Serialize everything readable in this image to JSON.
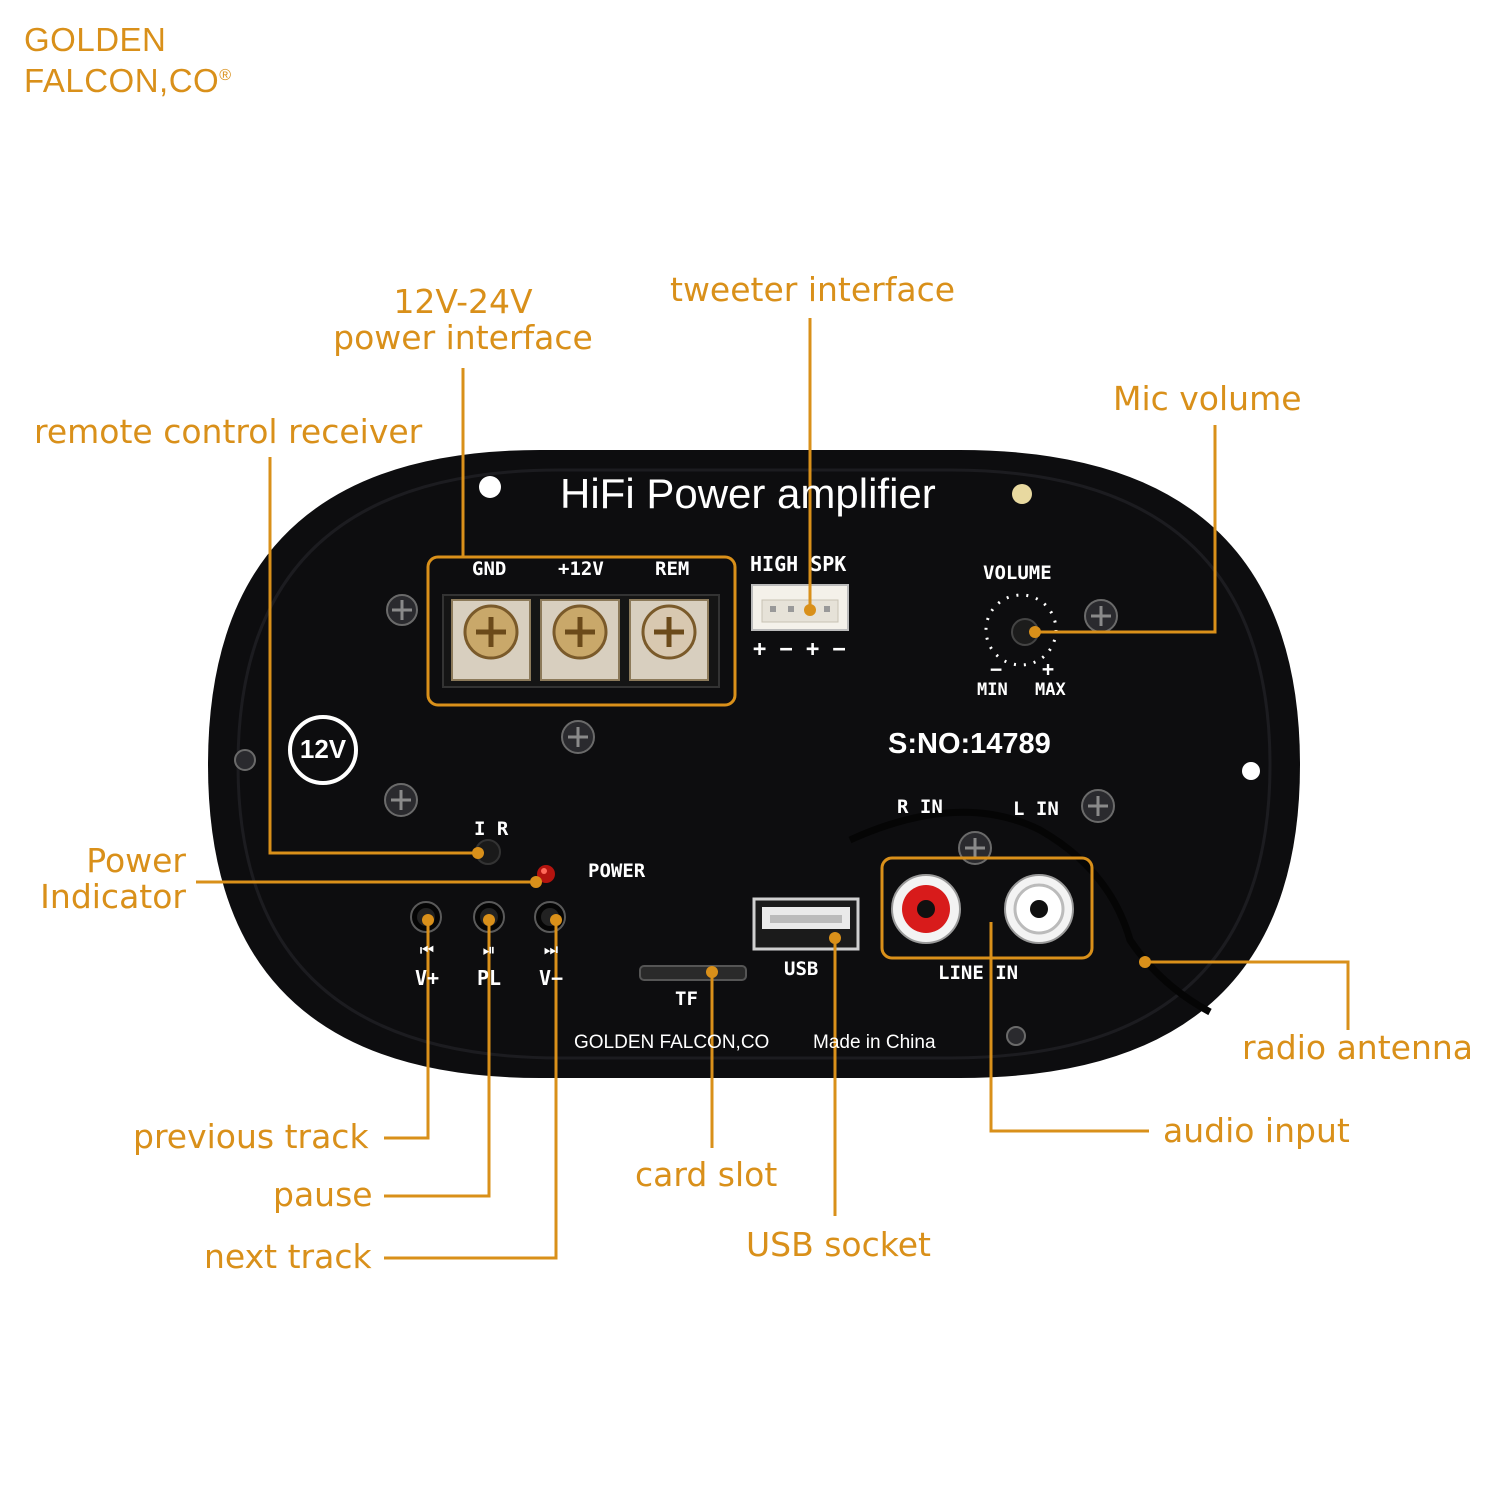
{
  "brand": {
    "line1": "GOLDEN",
    "line2": "FALCON,CO",
    "reg": "®"
  },
  "accent_color": "#d9901a",
  "panel": {
    "title": "HiFi Power amplifier",
    "terminals": [
      "GND",
      "+12V",
      "REM"
    ],
    "high_spk": "HIGH SPK",
    "spk_polarity": "+ − + −",
    "volume": "VOLUME",
    "vol_minus": "−",
    "vol_plus": "+",
    "min": "MIN",
    "max": "MAX",
    "badge_12v": "12V",
    "serial": "S:NO:14789",
    "r_in": "R IN",
    "l_in": "L IN",
    "ir": "I R",
    "power": "POWER",
    "btn_prev_icon": "⏮",
    "btn_prev_label": "V+",
    "btn_play_icon": "⏯",
    "btn_play_label": "PL",
    "btn_next_icon": "⏭",
    "btn_next_label": "V−",
    "usb": "USB",
    "tf": "TF",
    "line_in": "LINE IN",
    "maker": "GOLDEN FALCON,CO",
    "made_in": "Made in China"
  },
  "callouts": {
    "power_interface_l1": "12V-24V",
    "power_interface_l2": "power interface",
    "tweeter": "tweeter interface",
    "mic_volume": "Mic volume",
    "remote": "remote control receiver",
    "power_ind_l1": "Power",
    "power_ind_l2": "Indicator",
    "radio_antenna": "radio antenna",
    "audio_input": "audio input",
    "previous_track": "previous track",
    "pause": "pause",
    "next_track": "next track",
    "card_slot": "card slot",
    "usb_socket": "USB socket"
  }
}
